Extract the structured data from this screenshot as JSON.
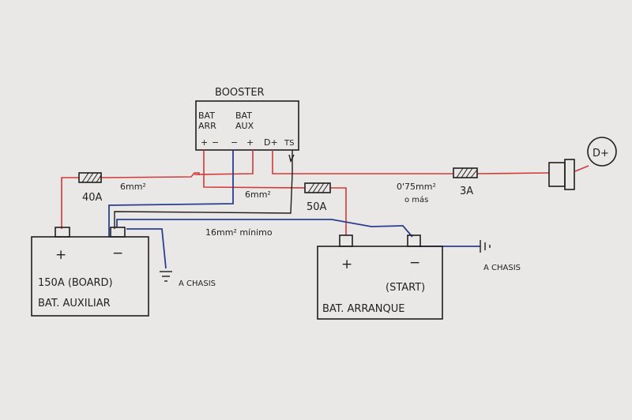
{
  "colors": {
    "paper": "#e9e8e6",
    "ink": "#1e1e1e",
    "red_wire": "#d23a3a",
    "blue_wire": "#2a3f8f"
  },
  "booster": {
    "title": "BOOSTER",
    "bat_arr": [
      "BAT",
      "ARR"
    ],
    "bat_aux": [
      "BAT",
      "AUX"
    ],
    "terminals": [
      "+",
      "−",
      "−",
      "+",
      "D+",
      "TS"
    ]
  },
  "fuses": {
    "aux_fuse": "40A",
    "start_fuse": "50A",
    "d_fuse": "3A"
  },
  "cables": {
    "aux_cable": "6mm²",
    "start_cable": "6mm²",
    "ground_cable": "16mm² mínimo",
    "d_cable": [
      "0'75mm²",
      "o más"
    ]
  },
  "d_plus_label": "D+",
  "aux_battery": {
    "plus": "+",
    "minus": "−",
    "line1": "150A   (BOARD)",
    "line2": "BAT. AUXILIAR"
  },
  "start_battery": {
    "plus": "+",
    "minus": "−",
    "line1": "(START)",
    "line2": "BAT. ARRANQUE"
  },
  "grounds": {
    "aux_ground": "A CHASIS",
    "start_ground": "A CHASIS"
  }
}
